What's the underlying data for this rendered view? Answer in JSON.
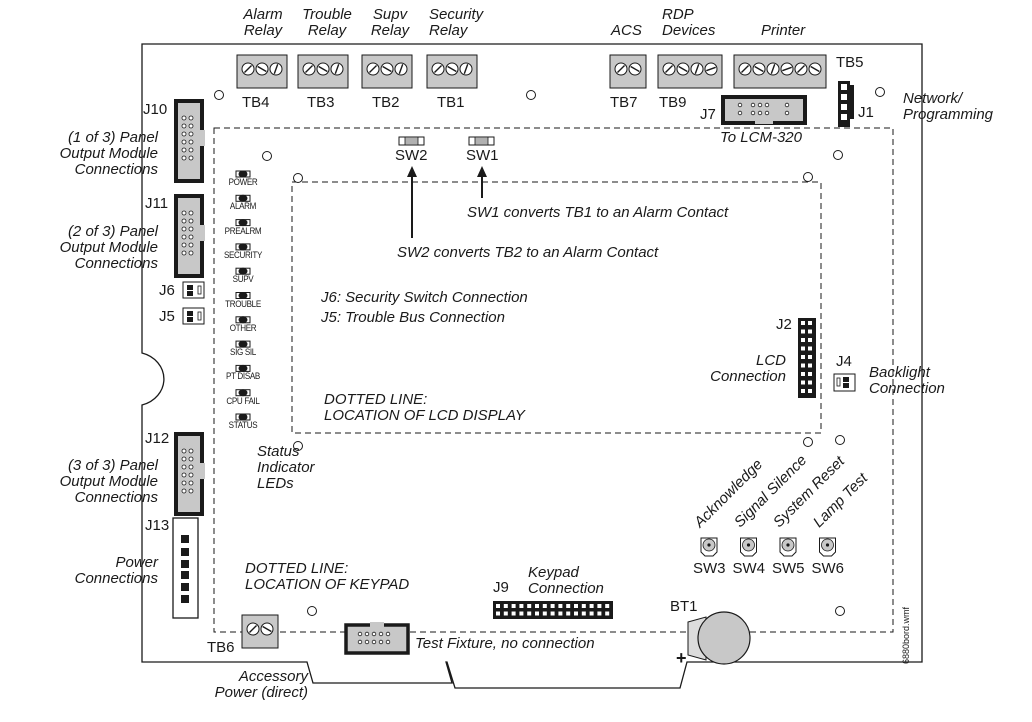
{
  "terminal_blocks": {
    "TB4": {
      "id": "TB4",
      "label": [
        "Alarm",
        "Relay"
      ]
    },
    "TB3": {
      "id": "TB3",
      "label": [
        "Trouble",
        "Relay"
      ]
    },
    "TB2": {
      "id": "TB2",
      "label": [
        "Supv",
        "Relay"
      ]
    },
    "TB1": {
      "id": "TB1",
      "label": [
        "Security",
        "Relay"
      ]
    },
    "TB7": {
      "id": "TB7",
      "label": [
        "ACS"
      ]
    },
    "TB9": {
      "id": "TB9",
      "label": [
        "RDP",
        "Devices"
      ]
    },
    "TB5": {
      "id": "TB5",
      "label": [
        "Printer"
      ]
    },
    "TB6": {
      "id": "TB6",
      "label": [
        "Accessory",
        "Power (direct)"
      ]
    }
  },
  "connectors": {
    "J1": {
      "id": "J1",
      "label": [
        "Network/",
        "Programming"
      ]
    },
    "J7": {
      "id": "J7",
      "label": "To LCM-320"
    },
    "J10": {
      "id": "J10",
      "label": [
        "(1 of 3) Panel",
        "Output Module",
        "Connections"
      ]
    },
    "J11": {
      "id": "J11",
      "label": [
        "(2 of 3) Panel",
        "Output Module",
        "Connections"
      ]
    },
    "J12": {
      "id": "J12",
      "label": [
        "(3 of 3) Panel",
        "Output Module",
        "Connections"
      ]
    },
    "J13": {
      "id": "J13",
      "label": [
        "Power",
        "Connections"
      ]
    },
    "J6": {
      "id": "J6"
    },
    "J5": {
      "id": "J5"
    },
    "J2": {
      "id": "J2",
      "label": [
        "LCD",
        "Connection"
      ]
    },
    "J4": {
      "id": "J4",
      "label": [
        "Backlight",
        "Connection"
      ]
    },
    "J9": {
      "id": "J9",
      "label": [
        "Keypad",
        "Connection"
      ]
    },
    "test_fixture": {
      "label": "Test Fixture, no connection"
    }
  },
  "dip_switches": {
    "SW2": {
      "id": "SW2",
      "note": "SW2 converts TB2 to an Alarm Contact"
    },
    "SW1": {
      "id": "SW1",
      "note": "SW1 converts TB1 to an Alarm Contact"
    }
  },
  "notes": {
    "j6": "J6:  Security Switch Connection",
    "j5": "J5:  Trouble Bus Connection",
    "lcd_area": [
      "DOTTED LINE:",
      "LOCATION OF LCD DISPLAY"
    ],
    "keypad_area": [
      "DOTTED LINE:",
      "LOCATION OF KEYPAD"
    ]
  },
  "leds": {
    "items": [
      "POWER",
      "ALARM",
      "PREALRM",
      "SECURITY",
      "SUPV",
      "TROUBLE",
      "OTHER",
      "SIG SIL",
      "PT DISAB",
      "CPU FAIL",
      "STATUS"
    ],
    "caption": [
      "Status",
      "Indicator",
      "LEDs"
    ]
  },
  "push_buttons": [
    {
      "id": "SW3",
      "label": "Acknowledge"
    },
    {
      "id": "SW4",
      "label": "Signal Silence"
    },
    {
      "id": "SW5",
      "label": "System Reset"
    },
    {
      "id": "SW6",
      "label": "Lamp Test"
    }
  ],
  "battery": {
    "id": "BT1",
    "polarity": "+"
  },
  "filename": "6880bord.wmf",
  "colors": {
    "component_fill": "#c8c8c8",
    "line": "#1a1a1a",
    "board_bg": "#ffffff"
  }
}
